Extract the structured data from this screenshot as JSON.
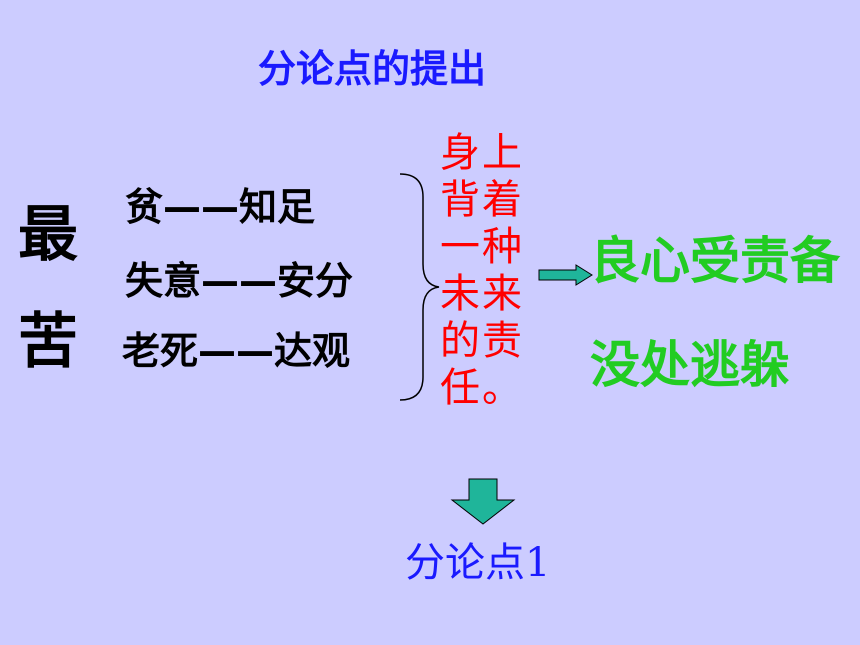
{
  "title": "分论点的提出",
  "big_chars": [
    "最",
    "苦"
  ],
  "items": [
    "贫——知足",
    "失意——安分",
    "老死——达观"
  ],
  "vertical_text": "身上背着一种未来的责任。",
  "results": [
    "良心受责备",
    "没处逃躲"
  ],
  "sub_point": "分论点1",
  "colors": {
    "background": "#ccccff",
    "title": "#1a1aff",
    "vertical_text": "#ff0000",
    "result": "#22cc22",
    "arrow": "#1fb59a"
  },
  "icons": [
    "brace-icon",
    "arrow-right-icon",
    "arrow-down-icon"
  ]
}
